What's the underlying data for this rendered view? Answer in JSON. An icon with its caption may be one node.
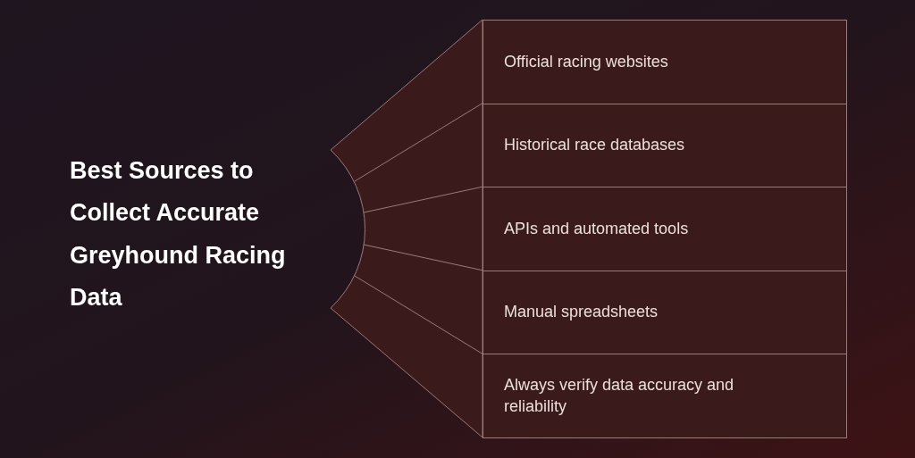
{
  "diagram": {
    "title": "Best Sources to Collect Accurate Greyhound Racing Data",
    "nodes": [
      {
        "text": [
          "Official racing websites"
        ]
      },
      {
        "text": [
          "Historical race databases"
        ]
      },
      {
        "text": [
          "APIs and automated tools"
        ]
      },
      {
        "text": [
          "Manual spreadsheets"
        ]
      },
      {
        "text": [
          "Always verify data accuracy and reliability"
        ]
      }
    ]
  }
}
